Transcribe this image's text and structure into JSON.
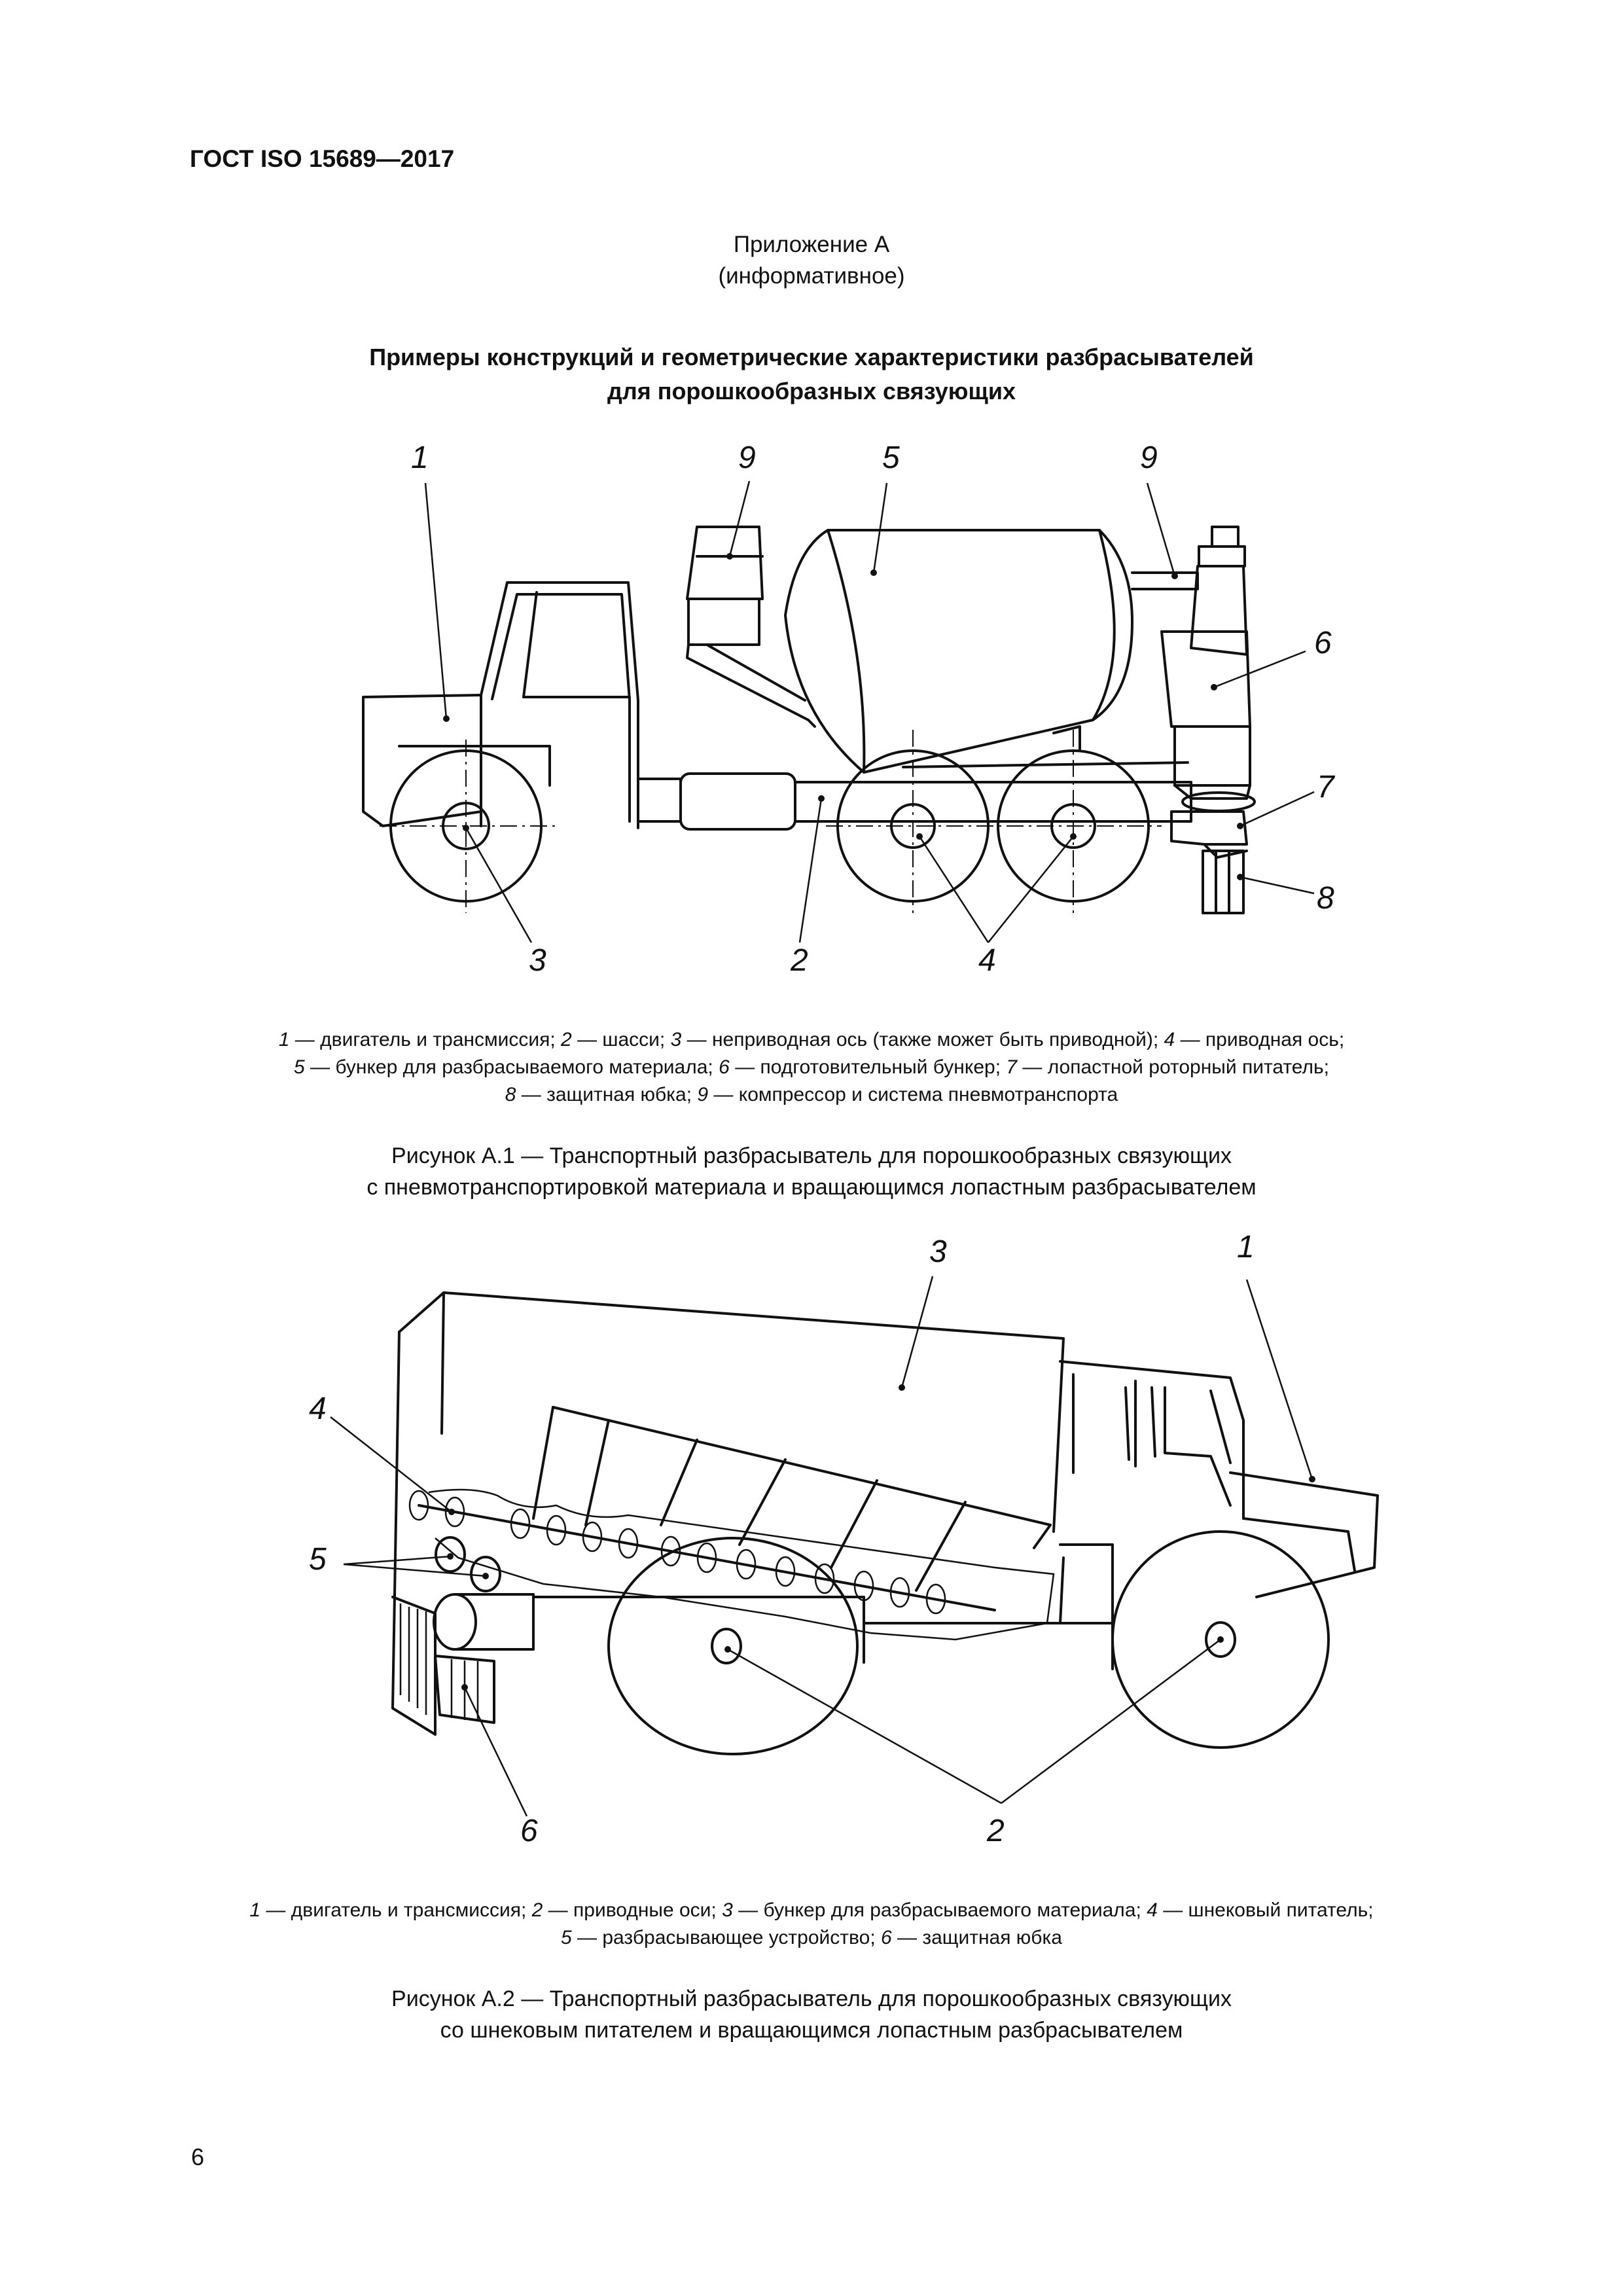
{
  "header": {
    "doc_code": "ГОСТ ISO 15689—2017"
  },
  "appendix": {
    "title": "Приложение А",
    "type": "(информативное)"
  },
  "section": {
    "title_line1": "Примеры конструкций и геометрические характеристики разбрасывателей",
    "title_line2": "для порошкообразных связующих"
  },
  "figure1": {
    "callouts": [
      "1",
      "9",
      "5",
      "9",
      "6",
      "7",
      "8",
      "3",
      "2",
      "4"
    ],
    "legend": [
      {
        "num": "1",
        "text": " — двигатель и трансмиссия; "
      },
      {
        "num": "2",
        "text": " — шасси; "
      },
      {
        "num": "3",
        "text": " — неприводная ось (также может быть приводной); "
      },
      {
        "num": "4",
        "text": " — приводная ось;"
      },
      {
        "num": "5",
        "text": " — бункер для разбрасываемого материала; "
      },
      {
        "num": "6",
        "text": " — подготовительный бункер; "
      },
      {
        "num": "7",
        "text": " — лопастной роторный питатель;"
      },
      {
        "num": "8",
        "text": " — защитная юбка; "
      },
      {
        "num": "9",
        "text": " — компрессор и система пневмотранспорта"
      }
    ],
    "caption_line1": "Рисунок А.1 — Транспортный разбрасыватель для порошкообразных связующих",
    "caption_line2": "с пневмотранспортировкой материала и вращающимся лопастным разбрасывателем"
  },
  "figure2": {
    "callouts": [
      "3",
      "1",
      "4",
      "5",
      "6",
      "2"
    ],
    "legend": [
      {
        "num": "1",
        "text": " — двигатель и трансмиссия; "
      },
      {
        "num": "2",
        "text": " — приводные оси; "
      },
      {
        "num": "3",
        "text": " — бункер для разбрасываемого материала; "
      },
      {
        "num": "4",
        "text": " — шнековый питатель;"
      },
      {
        "num": "5",
        "text": " — разбрасывающее устройство; "
      },
      {
        "num": "6",
        "text": " — защитная юбка"
      }
    ],
    "caption_line1": "Рисунок А.2 — Транспортный разбрасыватель для порошкообразных связующих",
    "caption_line2": "со шнековым питателем и вращающимся лопастным разбрасывателем"
  },
  "footer": {
    "page_number": "6"
  }
}
